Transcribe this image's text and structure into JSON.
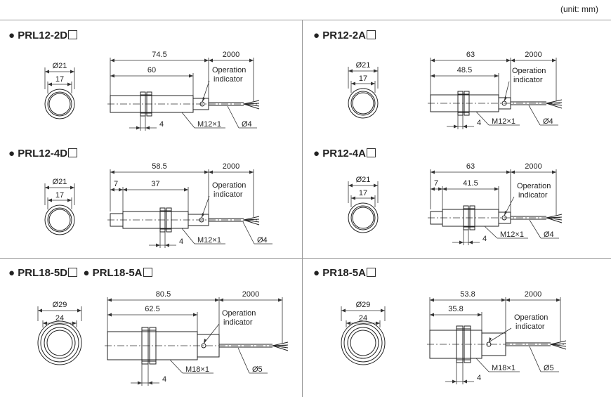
{
  "unit_label": "(unit: mm)",
  "panels": [
    {
      "model": "PRL12-2D",
      "front": {
        "outer": "Ø21",
        "inner": "17"
      },
      "total": "74.5",
      "cable": "2000",
      "body": "60",
      "indicator_1": "Operation",
      "indicator_2": "indicator",
      "nut": "4",
      "thread": "M12×1",
      "cable_dia": "Ø4"
    },
    {
      "model": "PR12-2A",
      "front": {
        "outer": "Ø21",
        "inner": "17"
      },
      "total": "63",
      "cable": "2000",
      "body": "48.5",
      "indicator_1": "Operation",
      "indicator_2": "indicator",
      "nut": "4",
      "thread": "M12×1",
      "cable_dia": "Ø4"
    },
    {
      "model": "PRL12-4D",
      "front": {
        "outer": "Ø21",
        "inner": "17"
      },
      "total": "58.5",
      "cable": "2000",
      "head": "7",
      "body": "37",
      "indicator_1": "Operation",
      "indicator_2": "indicator",
      "nut": "4",
      "thread": "M12×1",
      "cable_dia": "Ø4"
    },
    {
      "model": "PR12-4A",
      "front": {
        "outer": "Ø21",
        "inner": "17"
      },
      "total": "63",
      "cable": "2000",
      "head": "7",
      "body": "41.5",
      "indicator_1": "Operation",
      "indicator_2": "indicator",
      "nut": "4",
      "thread": "M12×1",
      "cable_dia": "Ø4"
    },
    {
      "model": "PRL18-5D",
      "model_b": "PRL18-5A",
      "front": {
        "outer": "Ø29",
        "inner": "24"
      },
      "total": "80.5",
      "cable": "2000",
      "body": "62.5",
      "indicator_1": "Operation",
      "indicator_2": "indicator",
      "nut": "4",
      "thread": "M18×1",
      "cable_dia": "Ø5"
    },
    {
      "model": "PR18-5A",
      "front": {
        "outer": "Ø29",
        "inner": "24"
      },
      "total": "53.8",
      "cable": "2000",
      "body": "35.8",
      "indicator_1": "Operation",
      "indicator_2": "indicator",
      "nut": "4",
      "thread": "M18×1",
      "cable_dia": "Ø5"
    }
  ]
}
